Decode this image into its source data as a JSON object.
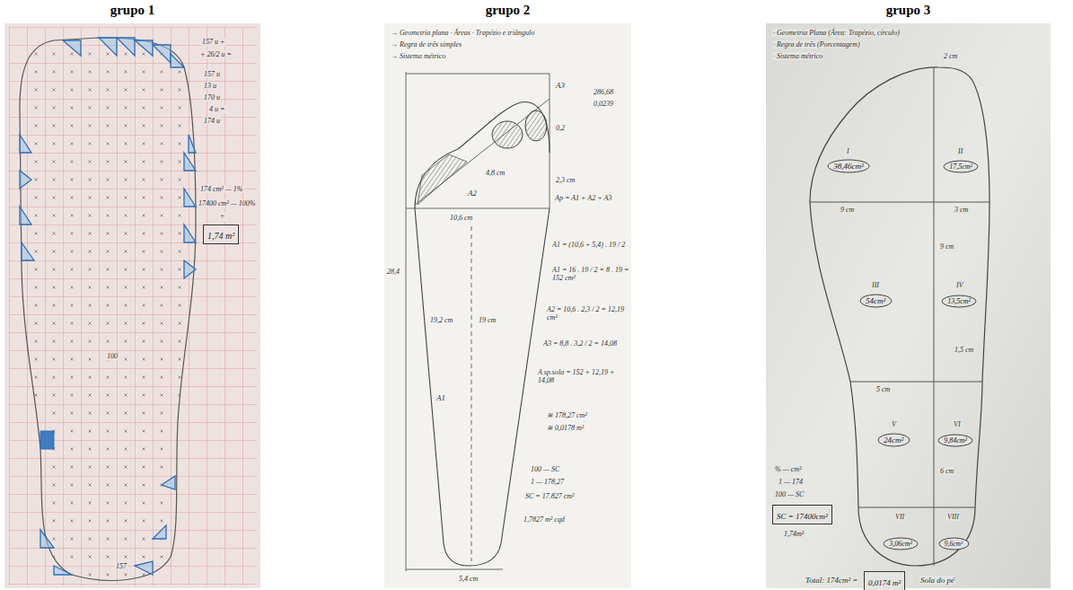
{
  "diagram": {
    "nodes": [
      {
        "text": [
          "grupo 1"
        ]
      },
      {
        "text": [
          "1,74 m²"
        ],
        "in": 0
      },
      {
        "text": [
          "grupo 2"
        ]
      },
      {
        "text": [
          "grupo 3"
        ]
      },
      {
        "text": [
          "38,46cm²"
        ],
        "in": 3
      },
      {
        "text": [
          "17,5cm²"
        ],
        "in": 3
      },
      {
        "text": [
          "54cm²"
        ],
        "in": 3
      },
      {
        "text": [
          "13,5cm²"
        ],
        "in": 3
      },
      {
        "text": [
          "24cm²"
        ],
        "in": 3
      },
      {
        "text": [
          "9,84cm²"
        ],
        "in": 3
      },
      {
        "text": [
          "3,06cm²"
        ],
        "in": 3
      },
      {
        "text": [
          "9,6cm²"
        ],
        "in": 3
      },
      {
        "text": [
          "SC = 17400cm²"
        ],
        "in": 3
      },
      {
        "text": [
          "0,0174 m²"
        ],
        "in": 3
      }
    ],
    "labels": [
      "157 u +",
      "+ 26/2 u =",
      "157 u",
      "13 u",
      "170 u",
      "4 u =",
      "174 u",
      "174 cm² — 1%",
      "17400 cm² — 100%",
      "÷",
      "100",
      "157",
      "→ Geometria plana · Áreas · Trapézio e triângulo",
      "→ Regra de três simples",
      "→ Sistema métrico",
      "A3",
      "0,2",
      "4,8 cm",
      "2,3 cm",
      "A2",
      "286,68",
      "0,0239",
      "Ap = A1 + A2 + A3",
      "10,6 cm",
      "19 cm",
      "A1",
      "28,4",
      "19,2 cm",
      "A1 = (10,6 + 5,4) . 19 / 2",
      "A1 = 16 . 19 / 2 = 8 . 19 = 152 cm²",
      "A2 = 10,6 . 2,3 / 2 = 12,19 cm²",
      "A3 = 8,8 . 3,2 / 2 = 14,08",
      "A sp.sola = 152 + 12,19 + 14,08",
      "≅ 178,27 cm²",
      "≅ 0,0178 m²",
      "100 — SC",
      "1 — 178,27",
      "SC = 17.827 cm²",
      "1,7827 m² cqd",
      "5,4 cm",
      "· Geometria Plana (Área: Trapézio, círculo)",
      "· Regra de três (Porcentagem)",
      "· Sistema métrico",
      "2 cm",
      "9 cm",
      "3 cm",
      "9 cm",
      "1,5 cm",
      "5 cm",
      "6 cm",
      "I",
      "II",
      "III",
      "IV",
      "V",
      "VI",
      "VII",
      "VIII",
      "% — cm²",
      "1 — 174",
      "100 — SC",
      "1,74m²",
      "Total: 174cm² =",
      "Sola do pé"
    ]
  }
}
